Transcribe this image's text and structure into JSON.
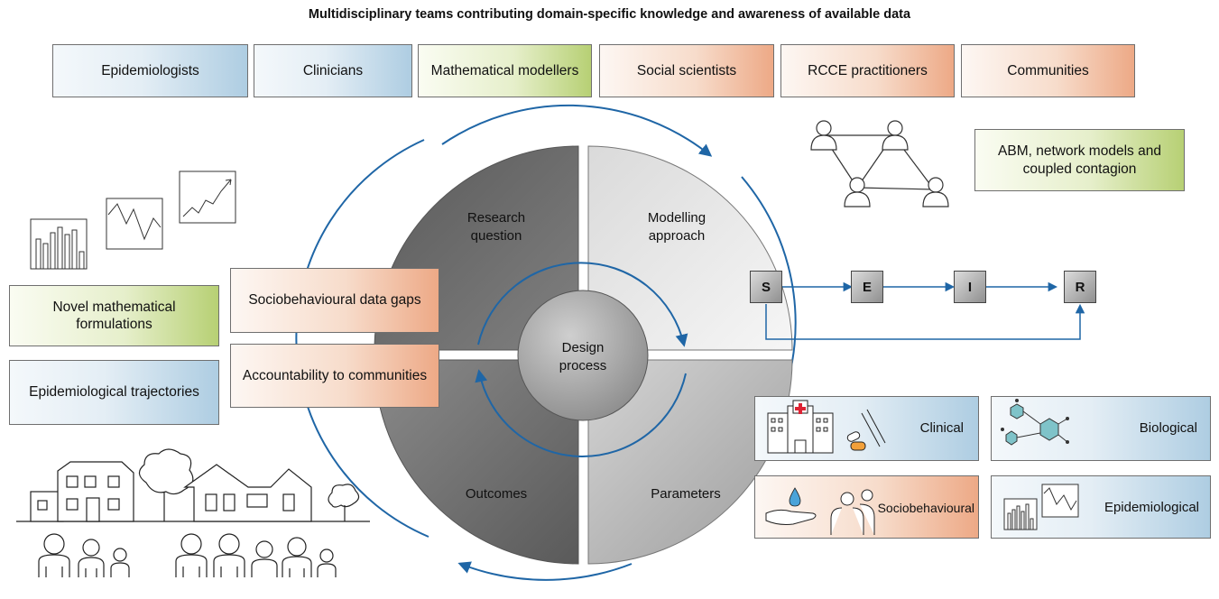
{
  "title": "Multidisciplinary teams contributing domain-specific knowledge and awareness of available data",
  "teams": [
    {
      "label": "Epidemiologists"
    },
    {
      "label": "Clinicians"
    },
    {
      "label": "Mathematical modellers"
    },
    {
      "label": "Social scientists"
    },
    {
      "label": "RCCE practitioners"
    },
    {
      "label": "Communities"
    }
  ],
  "cycle": {
    "center": "Design process",
    "quadrants": {
      "research_question": "Research question",
      "modelling_approach": "Modelling approach",
      "outcomes": "Outcomes",
      "parameters": "Parameters"
    }
  },
  "left_boxes": {
    "novel_math": "Novel mathematical formulations",
    "epi_trajectories": "Epidemiological trajectories",
    "sociobehavioural_gaps": "Sociobehavioural data gaps",
    "accountability": "Accountability to communities"
  },
  "models_box": "ABM, network models and coupled contagion",
  "seir": [
    "S",
    "E",
    "I",
    "R"
  ],
  "data_types": {
    "clinical": "Clinical",
    "biological": "Biological",
    "sociobehavioural": "Sociobehavioural",
    "epidemiological": "Epidemiological"
  },
  "colors": {
    "arrow": "#1f66a6",
    "quad_dark": "#666666",
    "quad_light": "#e6e6e6",
    "blue_box": "#aecde2",
    "green_box": "#b7d074",
    "orange_box": "#eda986"
  }
}
